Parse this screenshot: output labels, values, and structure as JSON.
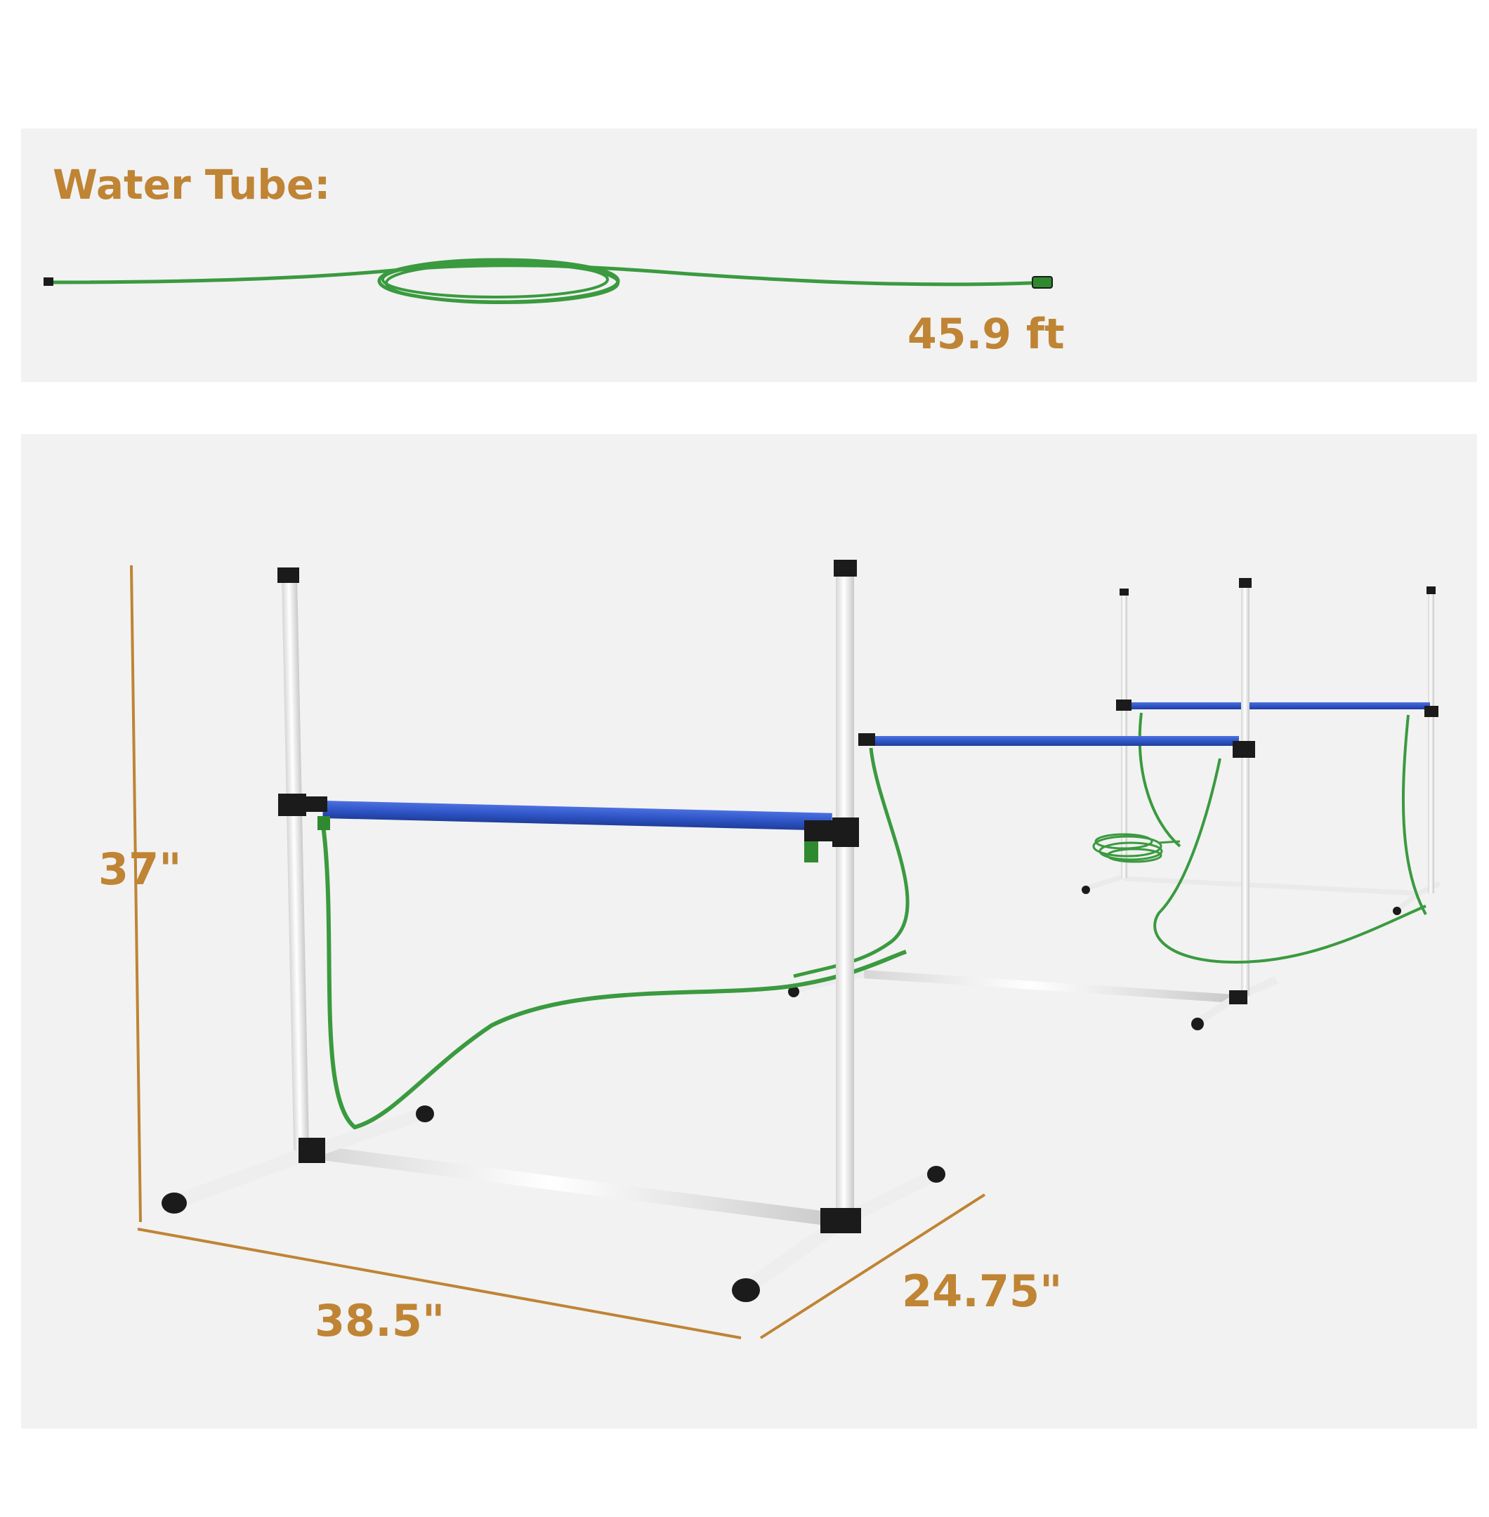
{
  "water_tube": {
    "title": "Water Tube:",
    "length": "45.9 ft"
  },
  "dimensions": {
    "height": "37\"",
    "width": "38.5\"",
    "depth": "24.75\""
  },
  "colors": {
    "label": "#bf8434",
    "panel": "#f2f2f2",
    "hose": "#3a9a3f",
    "crossbar": "#2f55c7",
    "pole": "#f7f7f7",
    "connector": "#1b1b1b"
  }
}
